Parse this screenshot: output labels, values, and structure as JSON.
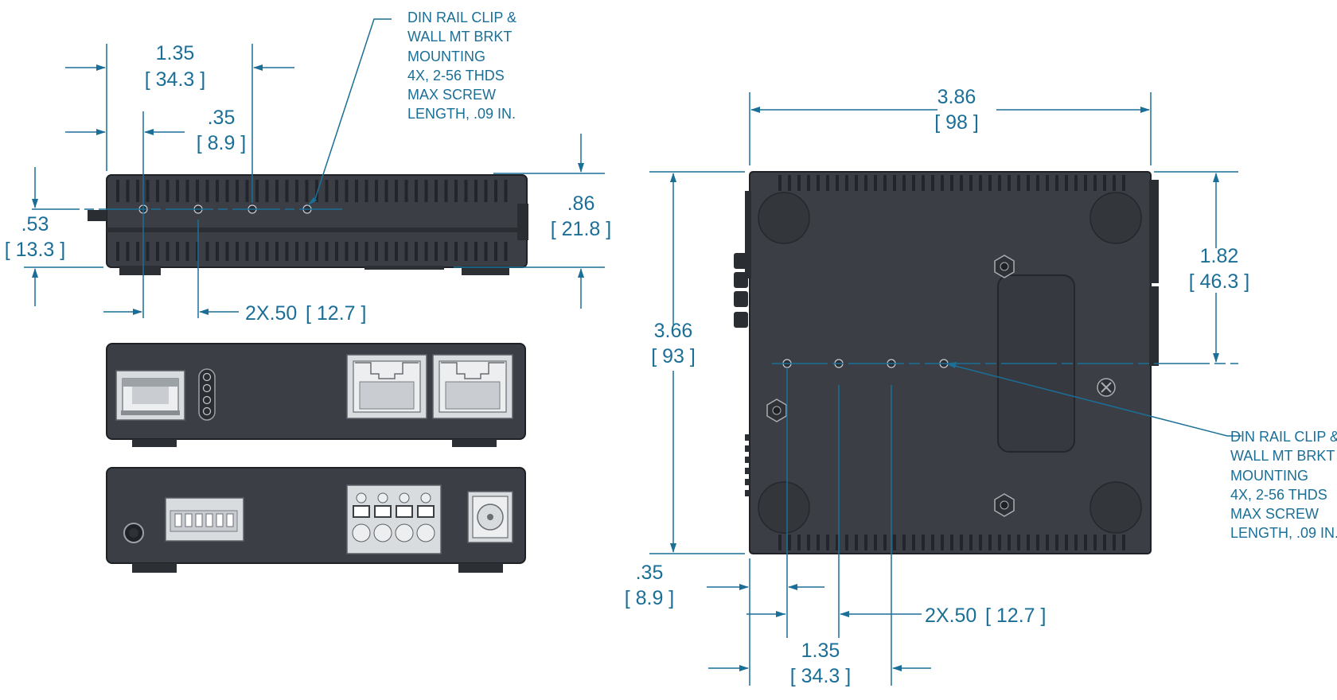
{
  "left_views": {
    "top_view": {
      "width_dim": {
        "value": "1.35",
        "metric": "[ 34.3 ]"
      },
      "offset_dim": {
        "value": ".35",
        "metric": "[ 8.9 ]"
      },
      "height_dim": {
        "value": ".86",
        "metric": "[ 21.8 ]"
      },
      "hole_height_dim": {
        "value": ".53",
        "metric": "[ 13.3 ]"
      },
      "pitch_dim": {
        "label": "2X.50",
        "metric": "[ 12.7 ]"
      },
      "note_lines": [
        "DIN RAIL CLIP &",
        "WALL MT BRKT",
        "MOUNTING",
        "4X, 2-56 THDS",
        "MAX SCREW",
        "LENGTH, .09 IN."
      ]
    },
    "front_view": {
      "components": [
        "sfp-port",
        "led-indicators",
        "rj45-port-1",
        "rj45-port-2"
      ]
    },
    "rear_view": {
      "components": [
        "ground-screw",
        "dip-switch",
        "terminal-block",
        "dc-power-jack"
      ]
    }
  },
  "right_view": {
    "width_dim": {
      "value": "3.86",
      "metric": "[ 98 ]"
    },
    "height_dim": {
      "value": "3.66",
      "metric": "[ 93 ]"
    },
    "hole_offset_dim": {
      "value": "1.82",
      "metric": "[ 46.3 ]"
    },
    "left_offset_dim": {
      "value": ".35",
      "metric": "[ 8.9 ]"
    },
    "pitch_dim": {
      "label": "2X.50",
      "metric": "[ 12.7 ]"
    },
    "span_dim": {
      "value": "1.35",
      "metric": "[ 34.3 ]"
    },
    "note_lines": [
      "DIN RAIL CLIP &",
      "WALL MT BRKT",
      "MOUNTING",
      "4X, 2-56 THDS",
      "MAX SCREW",
      "LENGTH, .09 IN."
    ]
  },
  "colors": {
    "dimension": "#1b6f97",
    "enclosure": "#3b3f45",
    "background": "#ffffff"
  }
}
